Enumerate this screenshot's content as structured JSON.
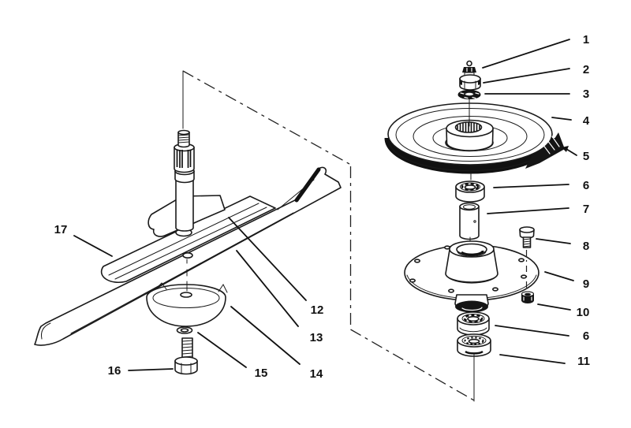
{
  "diagram": {
    "kind": "exploded-parts-diagram",
    "colors": {
      "background": "#ffffff",
      "line": "#1a1a1a"
    },
    "callouts": [
      {
        "label": "1"
      },
      {
        "label": "2"
      },
      {
        "label": "3"
      },
      {
        "label": "4"
      },
      {
        "label": "5"
      },
      {
        "label": "6"
      },
      {
        "label": "7"
      },
      {
        "label": "8"
      },
      {
        "label": "9"
      },
      {
        "label": "10"
      },
      {
        "label": "6"
      },
      {
        "label": "11"
      },
      {
        "label": "12"
      },
      {
        "label": "13"
      },
      {
        "label": "14"
      },
      {
        "label": "15"
      },
      {
        "label": "16"
      },
      {
        "label": "17"
      }
    ]
  }
}
